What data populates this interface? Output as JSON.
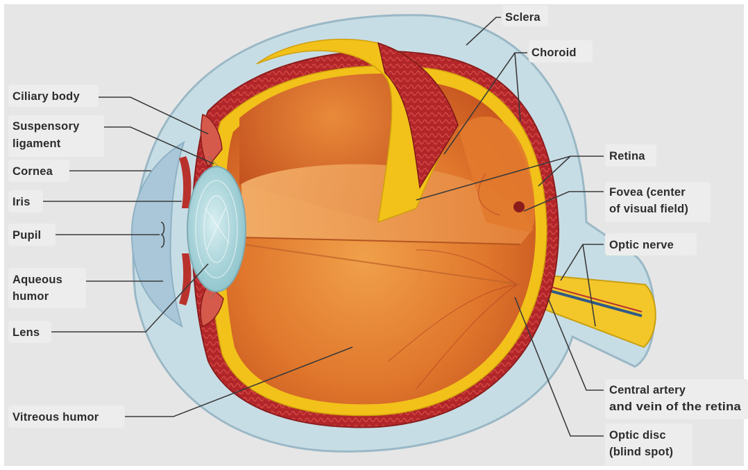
{
  "labels": {
    "sclera": "Sclera",
    "choroid": "Choroid",
    "retina": "Retina",
    "fovea_1": "Fovea (center",
    "fovea_2": "of visual field)",
    "optic_nerve": "Optic nerve",
    "central_artery_1": "Central artery",
    "central_artery_2": "and vein of the retina",
    "optic_disc_1": "Optic disc",
    "optic_disc_2": "(blind spot)",
    "ciliary_body": "Ciliary body",
    "suspensory_1": "Suspensory",
    "suspensory_2": "ligament",
    "cornea": "Cornea",
    "iris": "Iris",
    "pupil": "Pupil",
    "aqueous_1": "Aqueous",
    "aqueous_2": "humor",
    "lens": "Lens",
    "vitreous": "Vitreous humor"
  },
  "colors": {
    "background": "#e6e6e6",
    "sclera": "#bcd6e0",
    "choroid": "#b5262a",
    "retina": "#f2c21a",
    "vitreous": "#e0782c",
    "lens": "#a9d3d9",
    "cornea": "#a3c4d8"
  }
}
